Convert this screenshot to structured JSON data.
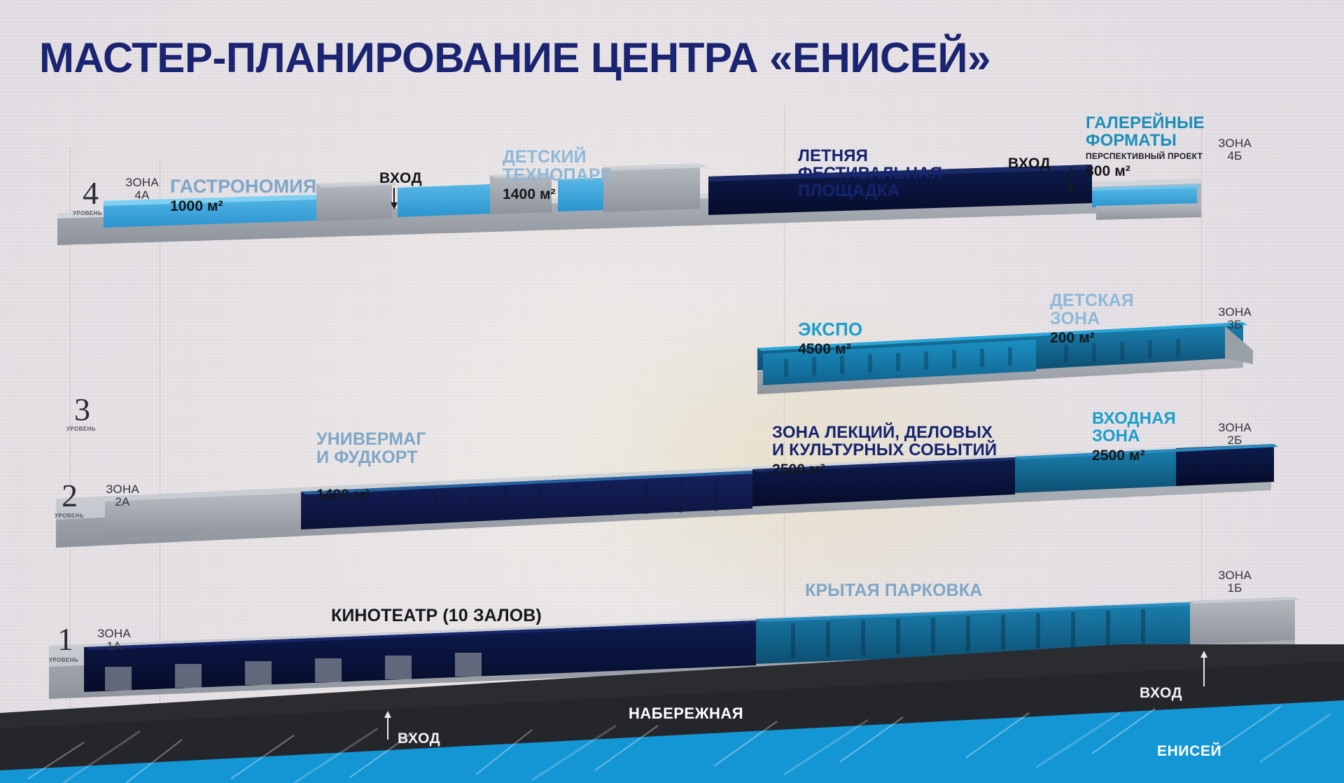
{
  "poster": {
    "title": "МАСТЕР-ПЛАНИРОВАНИЕ ЦЕНТРА «ЕНИСЕЙ»",
    "title_color": "#1b2470",
    "background_color": "#e7e1e4"
  },
  "levels": [
    {
      "number": "4",
      "sublabel": "УРОВЕНЬ",
      "zone_word": "ЗОНА",
      "zone_code": "4А"
    },
    {
      "number": "3",
      "sublabel": "УРОВЕНЬ",
      "zone_word": "",
      "zone_code": ""
    },
    {
      "number": "2",
      "sublabel": "УРОВЕНЬ",
      "zone_word": "ЗОНА",
      "zone_code": "2А"
    },
    {
      "number": "1",
      "sublabel": "УРОВЕНЬ",
      "zone_word": "ЗОНА",
      "zone_code": "1А"
    }
  ],
  "right_zones": [
    {
      "zone_word": "ЗОНА",
      "zone_code": "4Б"
    },
    {
      "zone_word": "ЗОНА",
      "zone_code": "3Б"
    },
    {
      "zone_word": "ЗОНА",
      "zone_code": "2Б"
    },
    {
      "zone_word": "ЗОНА",
      "zone_code": "1Б"
    }
  ],
  "callouts": {
    "gastronomy": {
      "name": "ГАСТРОНОМИЯ",
      "area": "1000 м²",
      "color": "#7fa6c6"
    },
    "technopark": {
      "name_line1": "ДЕТСКИЙ",
      "name_line2": "ТЕХНОПАРК",
      "area": "1400 м²",
      "color": "#8fb8d8"
    },
    "festival": {
      "name_line1": "ЛЕТНЯЯ",
      "name_line2": "ФЕСТИВАЛЬНАЯ",
      "name_line3": "ПЛОЩАДКА",
      "area": "",
      "color": "#15246e"
    },
    "gallery": {
      "name_line1": "ГАЛЕРЕЙНЫЕ",
      "name_line2": "ФОРМАТЫ",
      "sub": "ПЕРСПЕКТИВНЫЙ ПРОЕКТ",
      "area": "800 м²",
      "color": "#1a7fb8"
    },
    "expo": {
      "name": "ЭКСПО",
      "area": "4500 м²",
      "color": "#1a9fcc"
    },
    "kids_zone": {
      "name_line1": "ДЕТСКАЯ",
      "name_line2": "ЗОНА",
      "area": "200 м²",
      "color": "#8fb8d8"
    },
    "department": {
      "name_line1": "УНИВЕРМАГ",
      "name_line2": "И ФУДКОРТ",
      "area": "1400 м²",
      "color": "#8aabc9"
    },
    "lectures": {
      "name_line1": "ЗОНА ЛЕКЦИЙ, ДЕЛОВЫХ",
      "name_line2": "И КУЛЬТУРНЫХ СОБЫТИЙ",
      "area": "2500 м²",
      "color": "#15246e"
    },
    "entry_zone": {
      "name_line1": "ВХОДНАЯ",
      "name_line2": "ЗОНА",
      "area": "2500 м²",
      "color": "#1a9fcc"
    },
    "cinema": {
      "name": "КИНОТЕАТР (10 ЗАЛОВ)",
      "area": "",
      "color": "#15171d"
    },
    "parking": {
      "name": "КРЫТАЯ ПАРКОВКА",
      "area": "",
      "color": "#7fa6c6"
    }
  },
  "entrances": [
    {
      "id": "entrance-level4-left",
      "label": "ВХОД",
      "direction": "down"
    },
    {
      "id": "entrance-level4-right",
      "label": "ВХОД",
      "direction": "down"
    },
    {
      "id": "entrance-embankment",
      "label": "ВХОД",
      "direction": "up"
    },
    {
      "id": "entrance-right-bottom",
      "label": "ВХОД",
      "direction": "up"
    }
  ],
  "ground": {
    "embankment_label": "НАБЕРЕЖНАЯ",
    "river_label": "ЕНИСЕЙ",
    "embankment_color": "#2b2c30",
    "river_color": "#1496d4"
  }
}
